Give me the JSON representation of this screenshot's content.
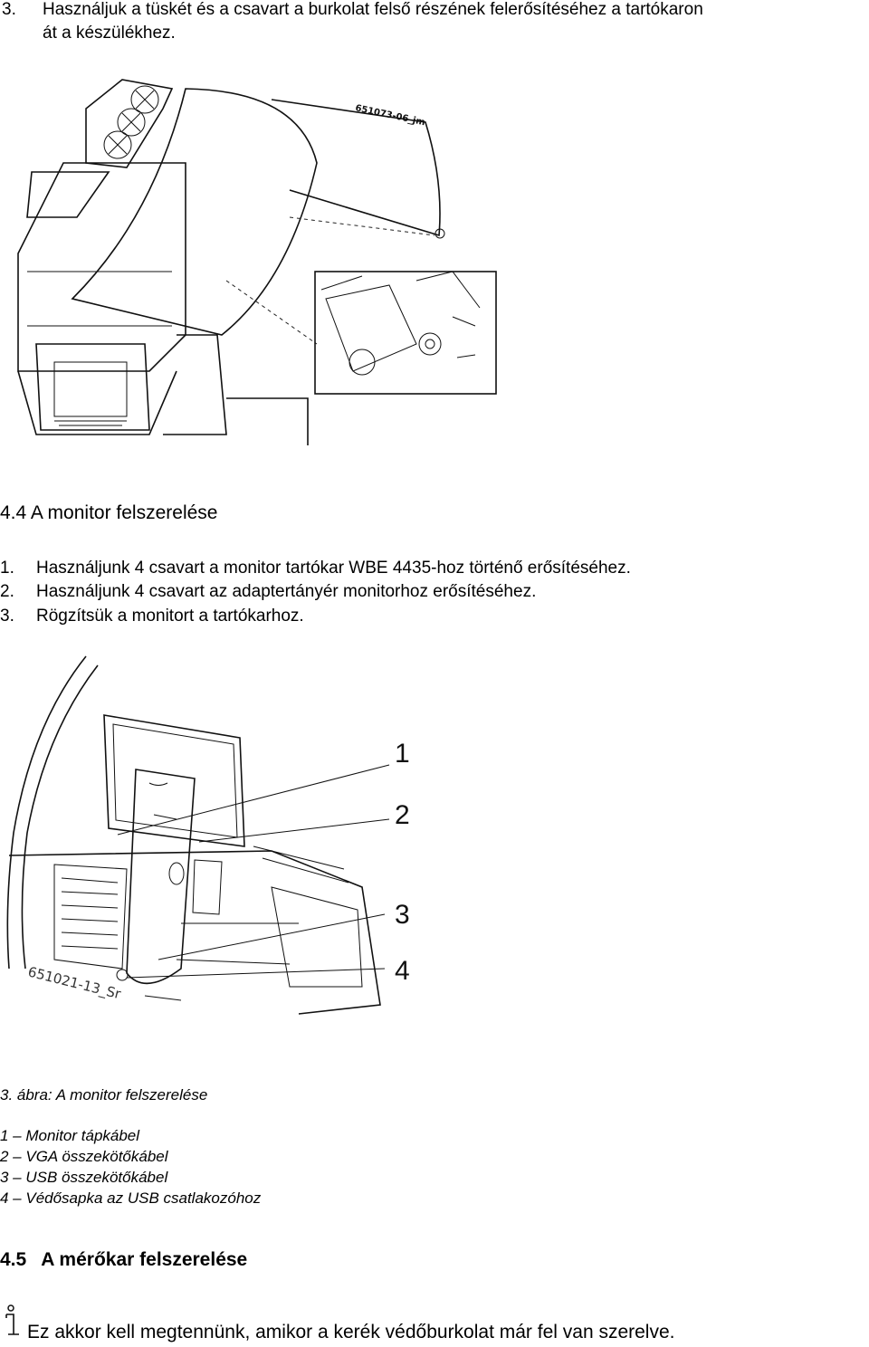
{
  "step3": {
    "number": "3.",
    "text_line1": "Használjuk a tüskét és a csavart a burkolat felső részének felerősítéséhez a tartókaron",
    "text_line2": "át a készülékhez."
  },
  "figure1": {
    "ref_label": "651073-06_jm",
    "icons": [
      "fan-grille",
      "machine-body",
      "protective-hood",
      "detail-inset"
    ]
  },
  "section44": {
    "title": "4.4   A monitor felszerelése",
    "steps": [
      {
        "num": "1.",
        "text": "Használjunk 4 csavart a monitor tartókar WBE 4435-hoz történő erősítéséhez."
      },
      {
        "num": "2.",
        "text": "Használjunk 4 csavart az adaptertányér monitorhoz erősítéséhez."
      },
      {
        "num": "3.",
        "text": "Rögzítsük a monitort a tartókarhoz."
      }
    ]
  },
  "figure3": {
    "ref_label": "651021-13_Sr",
    "callouts": [
      "1",
      "2",
      "3",
      "4"
    ],
    "caption": "3. ábra: A monitor felszerelése",
    "legend": [
      "1 – Monitor tápkábel",
      "2 – VGA összekötőkábel",
      "3 – USB összekötőkábel",
      "4 – Védősapka az USB csatlakozóhoz"
    ]
  },
  "section45": {
    "number": "4.5",
    "title": "A mérőkar felszerelése",
    "note_icon": "info-icon",
    "note": "Ez akkor kell megtennünk, amikor a kerék védőburkolat már fel van szerelve."
  }
}
